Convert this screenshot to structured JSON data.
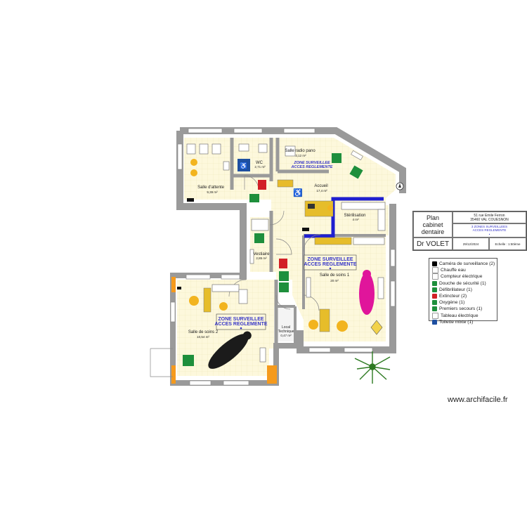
{
  "rooms": {
    "salle_attente": {
      "name": "Salle d'attente",
      "area": "9,39 m²"
    },
    "wc": {
      "name": "WC",
      "area": "2,71 m²"
    },
    "salle_radio": {
      "name": "Salle radio pano",
      "area": "3,12 m²"
    },
    "accueil": {
      "name": "Accueil",
      "area": "17,4 m²"
    },
    "sterilisation": {
      "name": "Stérilisation",
      "area": "4 m²"
    },
    "vestiaire": {
      "name": "Vestiaire",
      "area": "2,85 m²"
    },
    "soins1": {
      "name": "Salle de soins 1",
      "area": "20 m²"
    },
    "soins2": {
      "name": "Salle de soins 2",
      "area": "10,54 m²"
    },
    "local_tech": {
      "name_line1": "Local",
      "name_line2": "Technique",
      "area": "0,47 m²"
    }
  },
  "zones": {
    "radio_line1": "ZONE SURVEILLEE",
    "radio_line2": "ACCES REGLEMENTE",
    "soins1_line1": "ZONE SURVEILLEE",
    "soins1_line2": "ACCES REGLEMENTE",
    "soins2_line1": "ZONE SURVEILLEE",
    "soins2_line2": "ACCES REGLEMENTE"
  },
  "title_block": {
    "plan_line1": "Plan",
    "plan_line2": "cabinet",
    "plan_line3": "dentaire",
    "address_line1": "51 rue Emile Ferron",
    "address_line2": "35460 VAL COUESNON",
    "zones_line1": "3 ZONES SURVEILLEES",
    "zones_line2": "ACCES REGLEMENTE",
    "doctor": "Dr VOLET",
    "date": "29/12/2024",
    "scale": "Echelle : 1:50ème"
  },
  "legend": [
    {
      "label": "Caméra de surveillance (2)",
      "icon": "camera-icon",
      "color": "#000000"
    },
    {
      "label": "Chauffe eau",
      "icon": "water-heater-icon",
      "color": "#ffffff"
    },
    {
      "label": "Compteur électrique",
      "icon": "electric-meter-icon",
      "color": "#ffffff"
    },
    {
      "label": "Douche de sécurité (1)",
      "icon": "safety-shower-icon",
      "color": "#1e8f3c"
    },
    {
      "label": "Défibrillateur (1)",
      "icon": "defibrillator-icon",
      "color": "#1e8f3c"
    },
    {
      "label": "Extincteur (2)",
      "icon": "extinguisher-icon",
      "color": "#d21f26"
    },
    {
      "label": "Oxygène (1)",
      "icon": "oxygen-icon",
      "color": "#1e8f3c"
    },
    {
      "label": "Premiers secours (1)",
      "icon": "first-aid-icon",
      "color": "#1e8f3c"
    },
    {
      "label": "Tableau électrique",
      "icon": "electric-panel-icon",
      "color": "#ffffff"
    },
    {
      "label": "Toilette mixte (1)",
      "icon": "toilet-icon",
      "color": "#1e4fa0"
    }
  ],
  "watermark": "www.archifacile.fr",
  "colors": {
    "floor": "#fdf8dc",
    "wall": "#9a9a9a",
    "blue_wall": "#1f1fd0",
    "zone_text": "#3535c8",
    "chair": "#f2b41f",
    "patient_chair": "#e0159b"
  }
}
